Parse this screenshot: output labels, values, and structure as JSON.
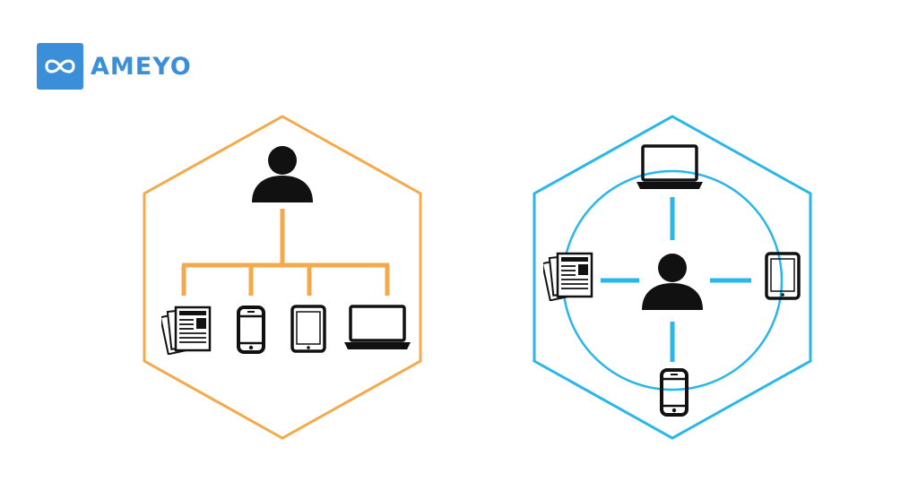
{
  "brand": {
    "name": "AMEYO",
    "logo_icon": "infinity-icon",
    "color": "#3a8fd8"
  },
  "colors": {
    "left_scheme": "#f4a94a",
    "right_scheme": "#29b6e8",
    "icon": "#111111"
  },
  "left_panel": {
    "layout": "hierarchy",
    "center": "user-icon",
    "channels": [
      "document-icon",
      "smartphone-icon",
      "tablet-icon",
      "laptop-icon"
    ]
  },
  "right_panel": {
    "layout": "hub",
    "center": "user-icon",
    "channels": [
      "laptop-icon",
      "tablet-icon",
      "smartphone-icon",
      "document-icon"
    ]
  }
}
